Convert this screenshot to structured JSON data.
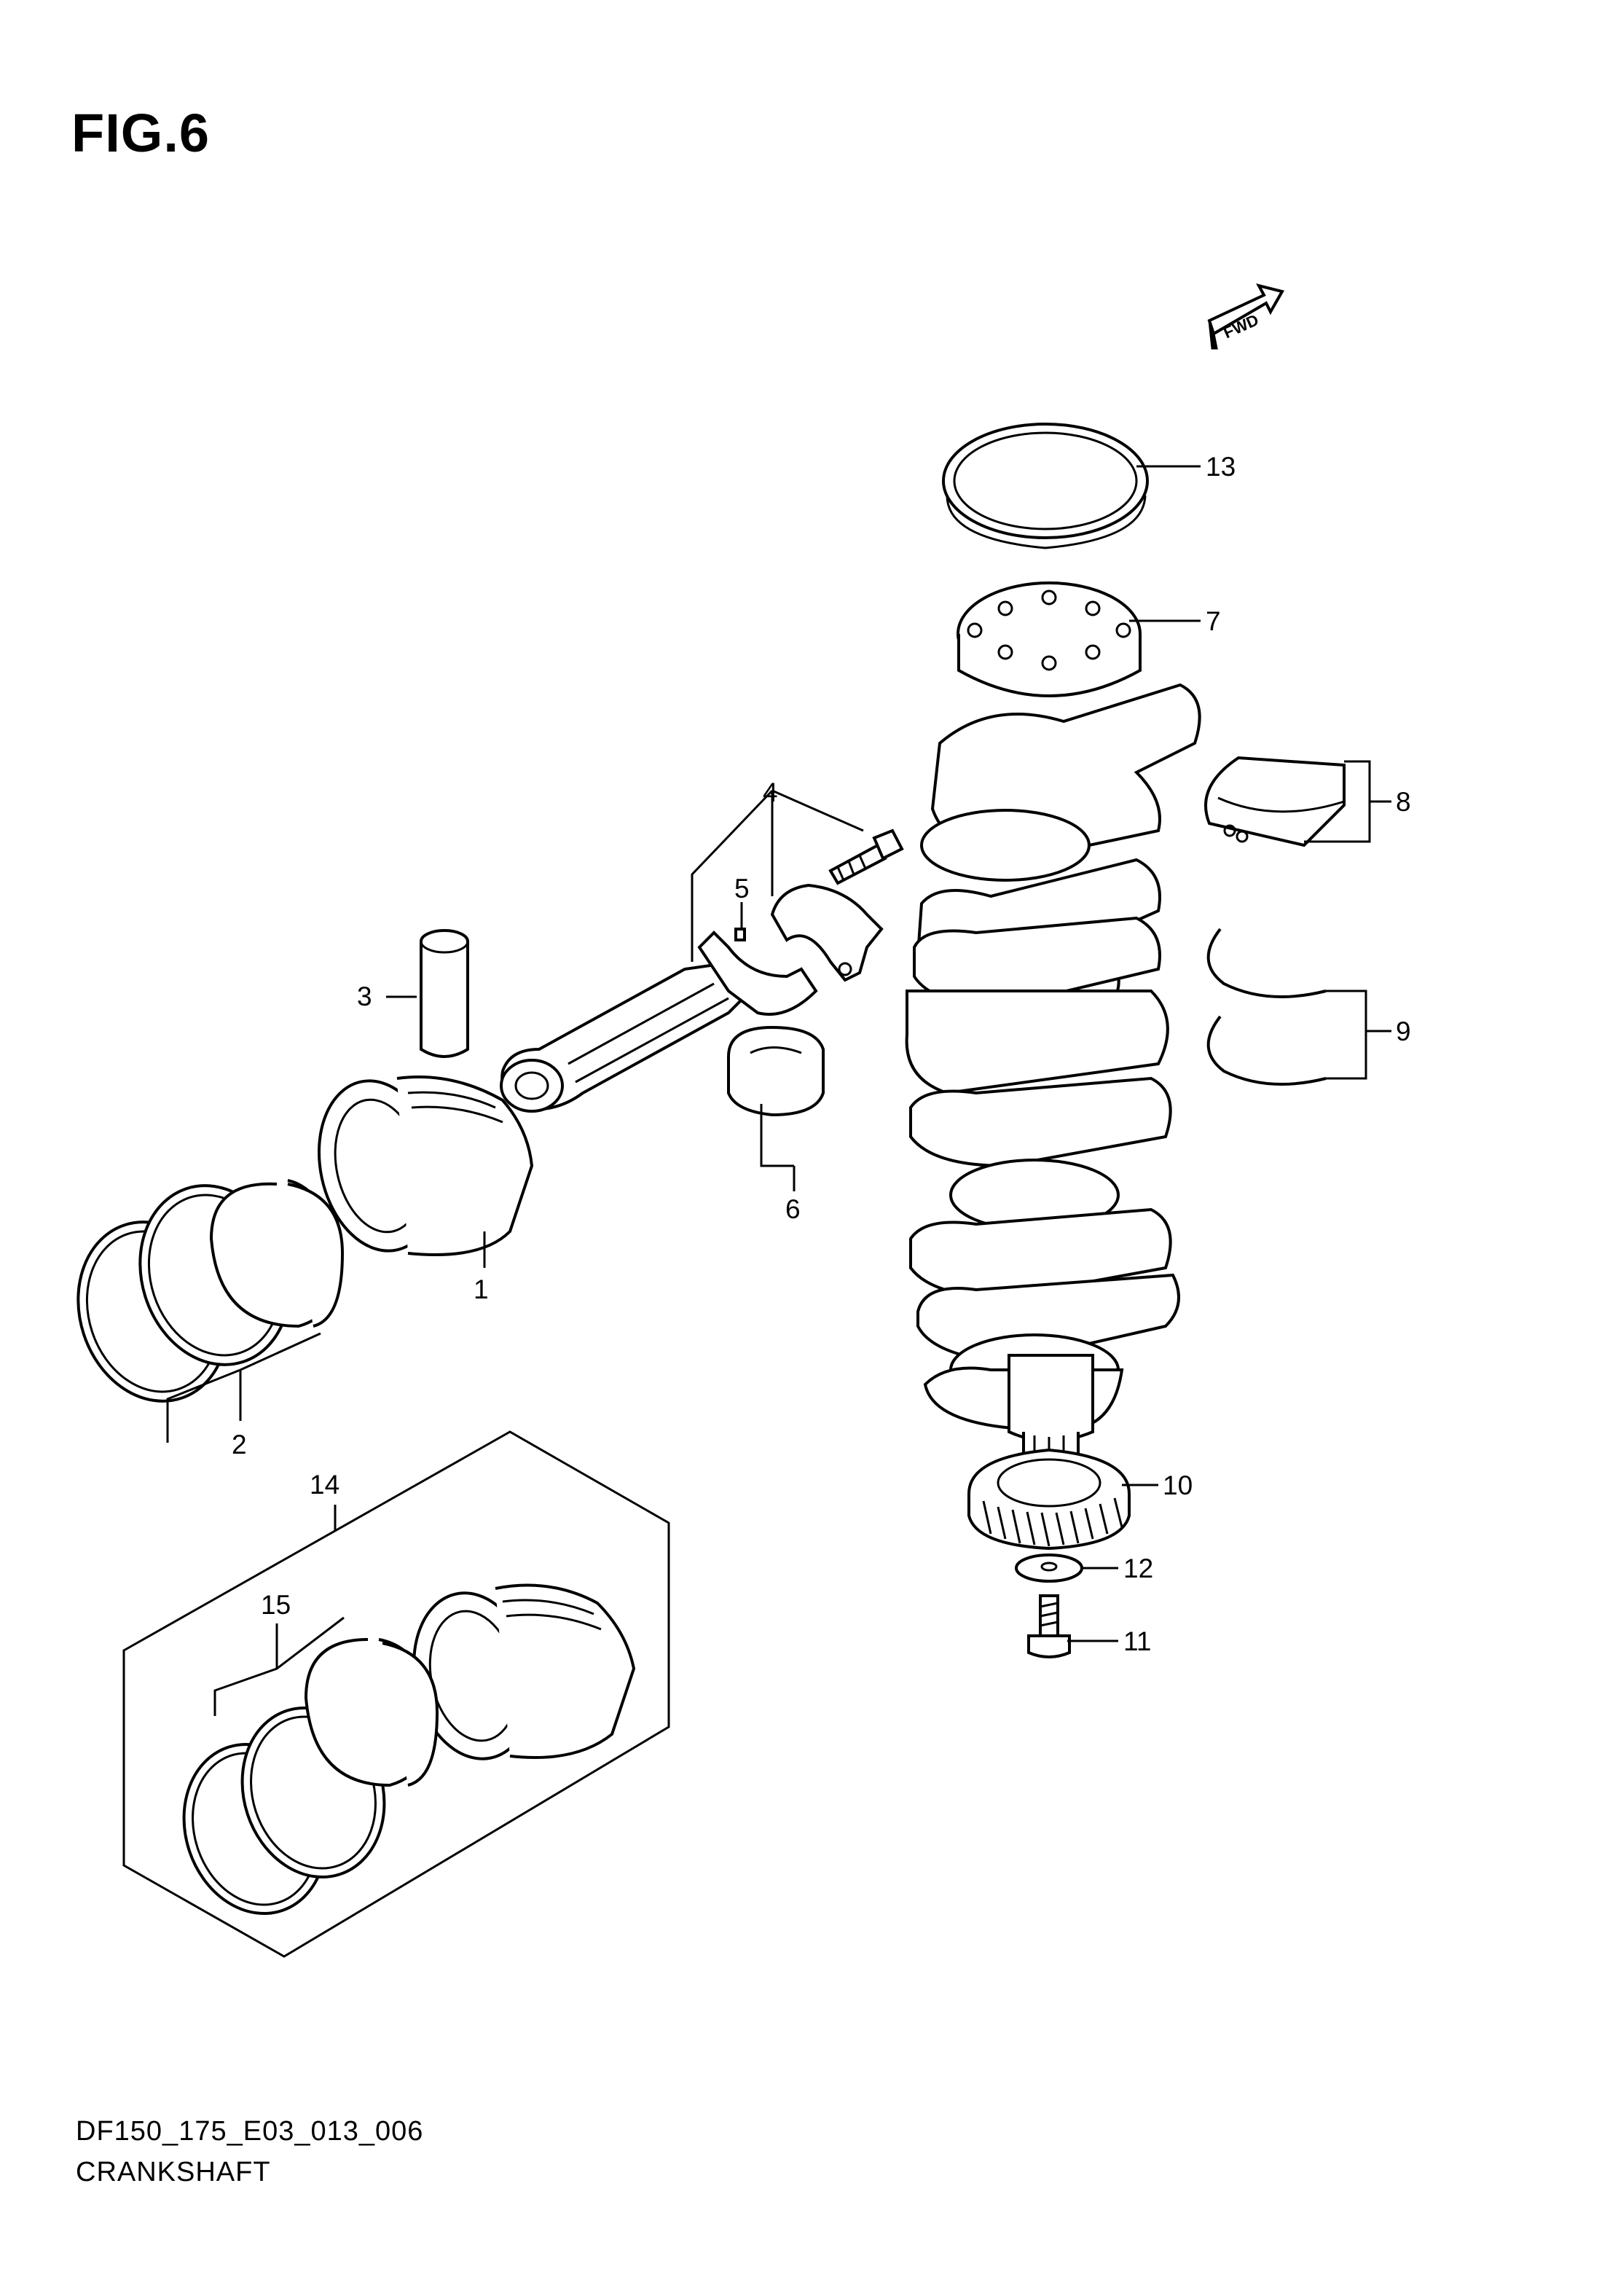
{
  "figure": {
    "title": "FIG.6",
    "fwd_label": "FWD"
  },
  "footer": {
    "code": "DF150_175_E03_013_006",
    "name": "CRANKSHAFT"
  },
  "callouts": [
    {
      "id": "1",
      "label": "1"
    },
    {
      "id": "2",
      "label": "2"
    },
    {
      "id": "3",
      "label": "3"
    },
    {
      "id": "4",
      "label": "4"
    },
    {
      "id": "5",
      "label": "5"
    },
    {
      "id": "6",
      "label": "6"
    },
    {
      "id": "7",
      "label": "7"
    },
    {
      "id": "8",
      "label": "8"
    },
    {
      "id": "9",
      "label": "9"
    },
    {
      "id": "10",
      "label": "10"
    },
    {
      "id": "11",
      "label": "11"
    },
    {
      "id": "12",
      "label": "12"
    },
    {
      "id": "13",
      "label": "13"
    },
    {
      "id": "14",
      "label": "14"
    },
    {
      "id": "15",
      "label": "15"
    }
  ]
}
